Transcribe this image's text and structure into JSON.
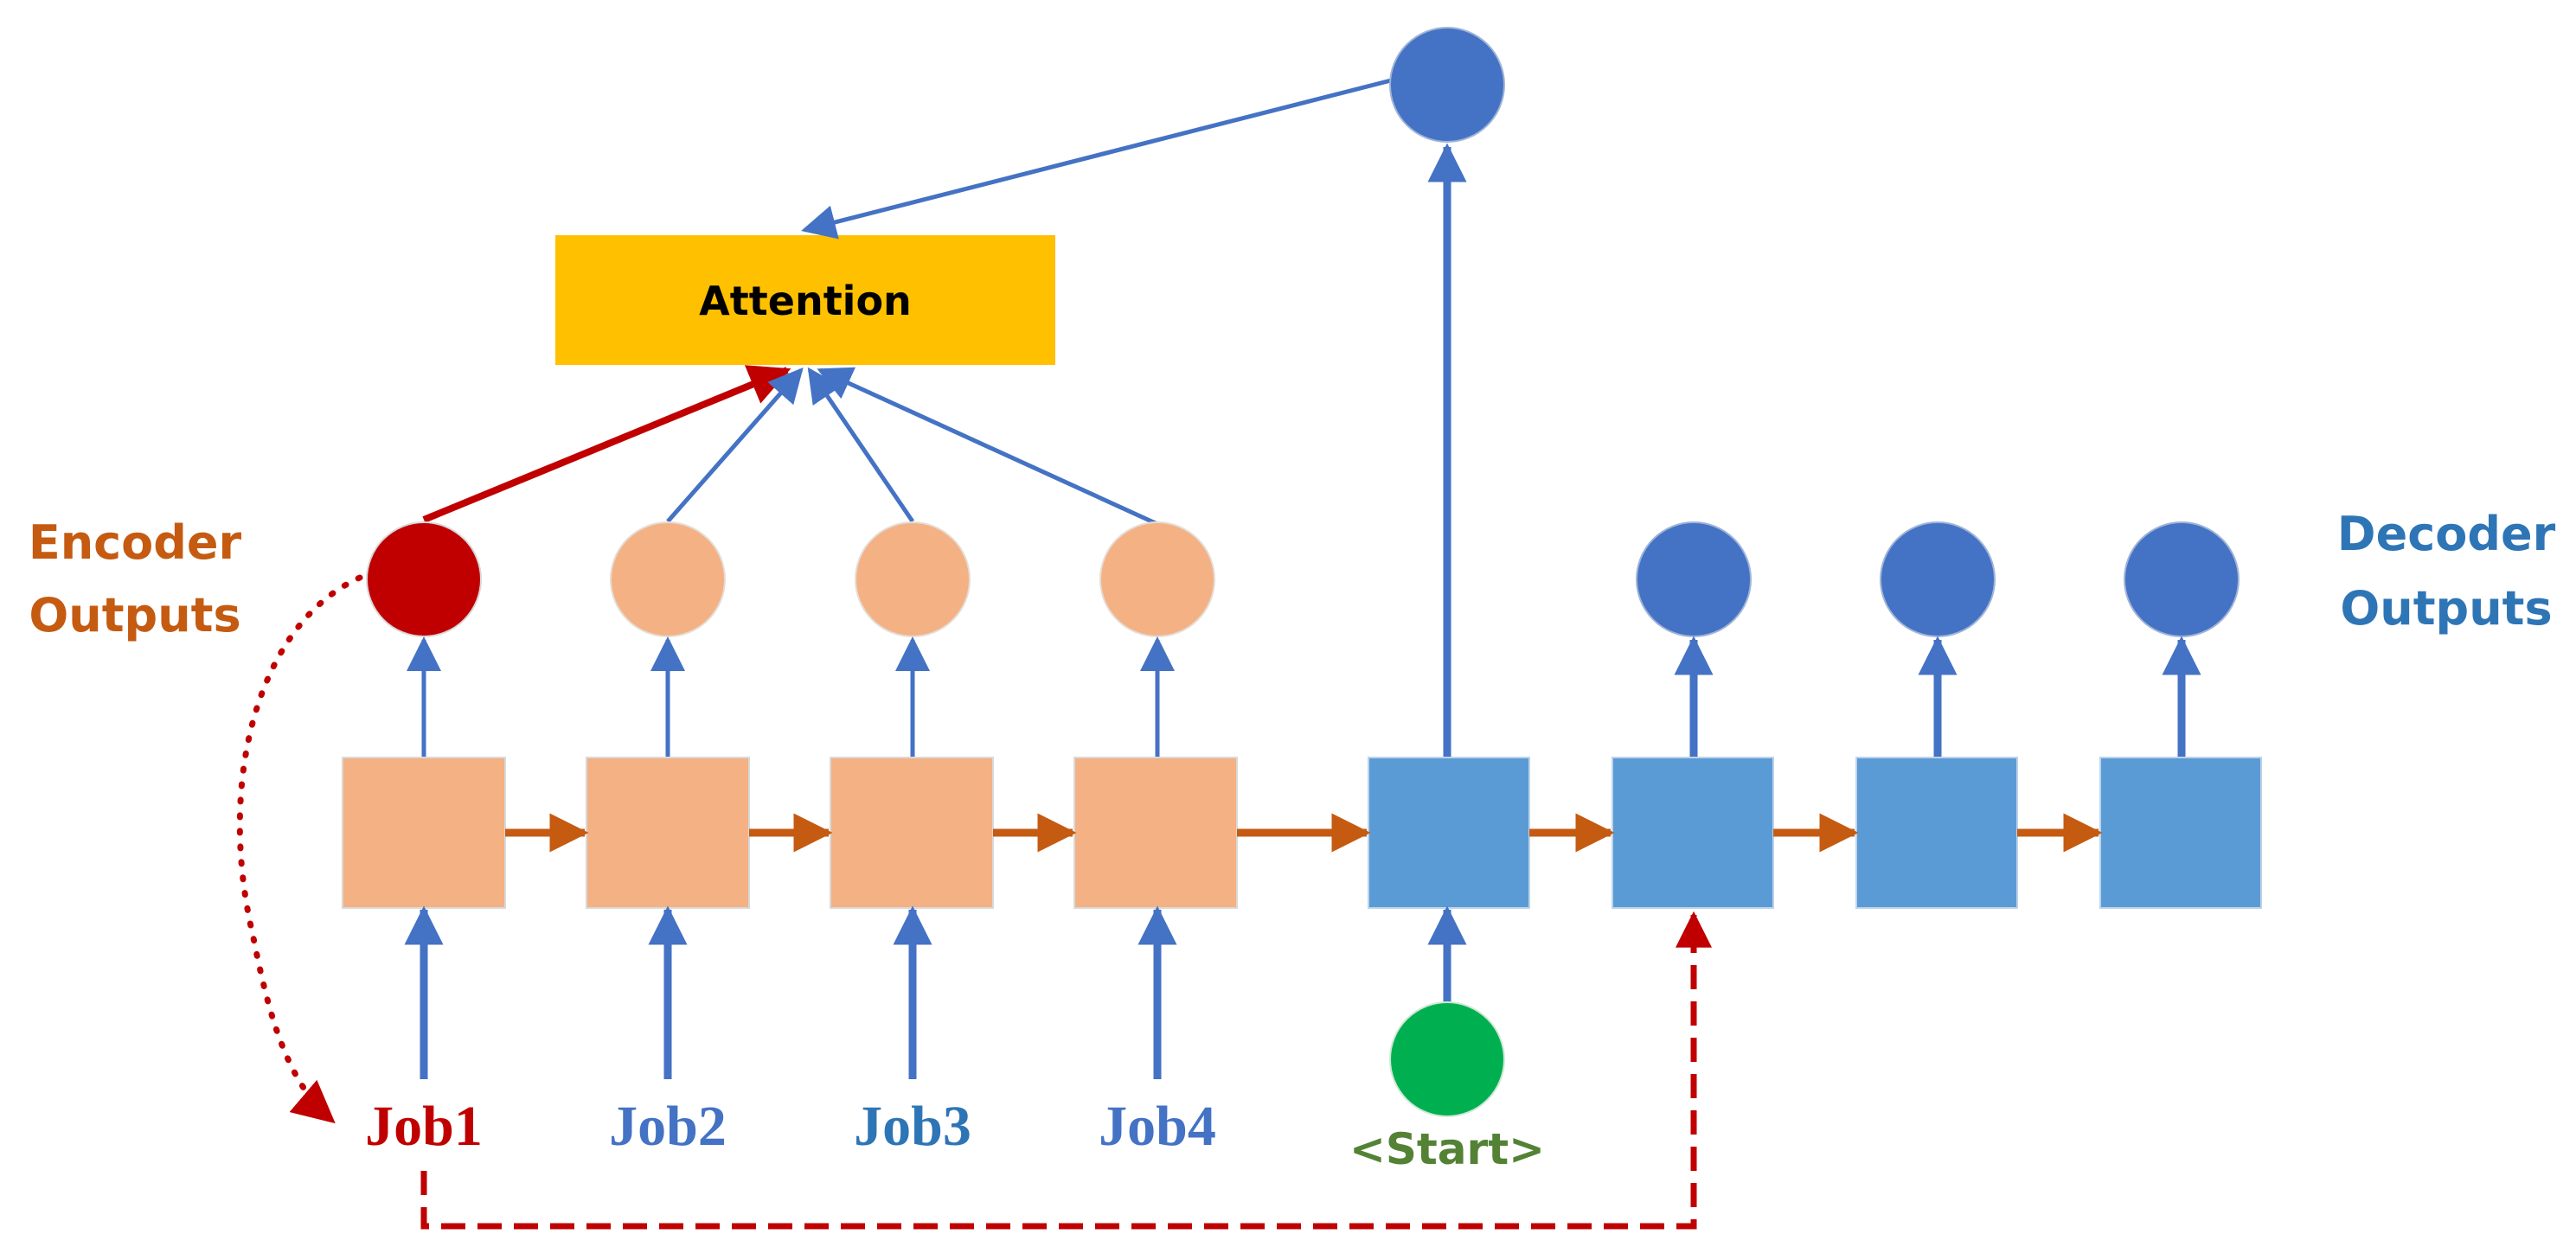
{
  "attention": {
    "label": "Attention"
  },
  "encoder": {
    "label_line1": "Encoder",
    "label_line2": "Outputs"
  },
  "decoder": {
    "label_line1": "Decoder",
    "label_line2": "Outputs"
  },
  "inputs": {
    "job1": "Job1",
    "job2": "Job2",
    "job3": "Job3",
    "job4": "Job4",
    "start": "<Start>"
  },
  "colors": {
    "encoder_box": "#f4b183",
    "encoder_output": "#f4b183",
    "selected_output": "#c00000",
    "decoder_box": "#5b9bd5",
    "decoder_output": "#4472c4",
    "attention_box": "#ffc000",
    "start_node": "#00b050",
    "arrow_blue": "#4472c4",
    "arrow_orange": "#c55a11",
    "arrow_red": "#c00000",
    "encoder_label": "#c55a11",
    "decoder_label": "#2e75b6",
    "job_selected_text": "#c00000",
    "job_text": "#4472c4",
    "start_text": "#548235"
  }
}
